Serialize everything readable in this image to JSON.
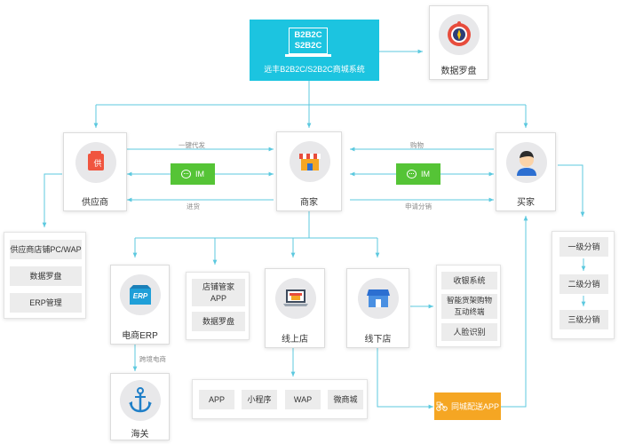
{
  "system": {
    "badge_line1": "B2B2C",
    "badge_line2": "S2B2C",
    "title": "远丰B2B2C/S2B2C商城系统"
  },
  "compass": {
    "label": "数据罗盘"
  },
  "supplier": {
    "label": "供应商",
    "icon_text": "供"
  },
  "merchant": {
    "label": "商家"
  },
  "buyer": {
    "label": "买家"
  },
  "edges": {
    "dropship": "一键代发",
    "restock": "进货",
    "purchase": "购物",
    "distribution_apply": "申请分销",
    "cross_border": "跨境电商"
  },
  "im": {
    "left": "IM",
    "right": "IM"
  },
  "supplier_panel": {
    "items": [
      "供应商店铺PC/WAP",
      "数据罗盘",
      "ERP管理"
    ]
  },
  "distribution": {
    "items": [
      "一级分销",
      "二级分销",
      "三级分销"
    ]
  },
  "ecommerce_erp": {
    "label": "电商ERP",
    "icon_text": "ERP"
  },
  "store_tools": {
    "items": [
      "店铺管家\nAPP",
      "数据罗盘"
    ]
  },
  "online_store": {
    "label": "线上店"
  },
  "offline_store": {
    "label": "线下店"
  },
  "offline_tools": {
    "items": [
      "收银系统",
      "智能货架购物\n互动终端",
      "人脸识别"
    ]
  },
  "customs": {
    "label": "海关"
  },
  "channels": {
    "items": [
      "APP",
      "小程序",
      "WAP",
      "微商城"
    ]
  },
  "delivery": {
    "label": "同城配送APP"
  },
  "colors": {
    "accent": "#1cc4e0",
    "im_green": "#55c436",
    "delivery_orange": "#f5a623",
    "line": "#5cc9df"
  }
}
